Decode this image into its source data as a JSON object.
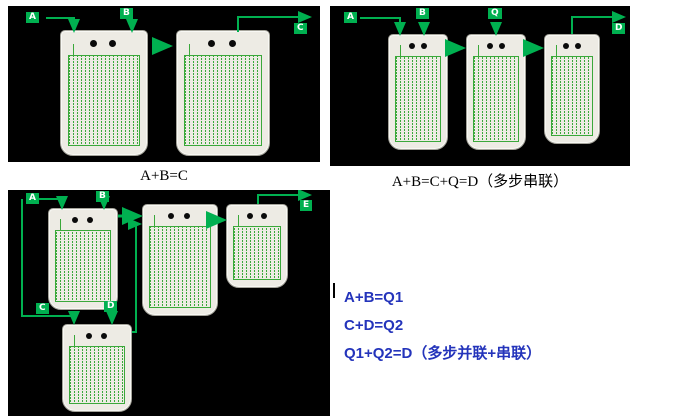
{
  "panel1": {
    "caption": "A+B=C",
    "labels": {
      "a": "A",
      "b": "B",
      "c": "C"
    }
  },
  "panel2": {
    "caption": "A+B=C+Q=D（多步串联）",
    "labels": {
      "a": "A",
      "b": "B",
      "q": "Q",
      "d": "D"
    }
  },
  "panel3": {
    "labels": {
      "a": "A",
      "b": "B",
      "c": "C",
      "d": "D",
      "e": "E"
    }
  },
  "notes": {
    "lines": [
      "A+B=Q1",
      "C+D=Q2",
      "Q1+Q2=D（多步并联+串联）"
    ]
  },
  "colors": {
    "flow_green": "#00b050",
    "channel_green": "#3aa83a",
    "panel_black": "#000000",
    "chip_gray": "#edebe4",
    "note_blue": "#2434bb"
  }
}
